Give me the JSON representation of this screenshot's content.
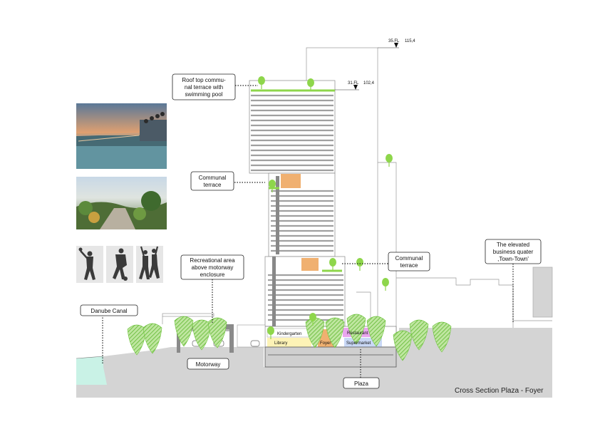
{
  "callouts": {
    "roof_line1": "Roof top commu-",
    "roof_line2": "nal terrace with",
    "roof_line3": "swimming pool",
    "communal_mid_line1": "Communal",
    "communal_mid_line2": "terrace",
    "recreational_line1": "Recreational area",
    "recreational_line2": "above motorway",
    "recreational_line3": "enclosure",
    "communal_right_line1": "Communal",
    "communal_right_line2": "terrace",
    "business_line1": "The elevated",
    "business_line2": "business quater",
    "business_line3": ",Town-Town'",
    "danube": "Danube Canal",
    "motorway": "Motorway",
    "plaza": "Plaza"
  },
  "levels": {
    "top_floor": "35.FL",
    "top_height": "115,4",
    "roof_floor": "31.FL",
    "roof_height": "102,4"
  },
  "program": {
    "kindergarten": "Kindergarten",
    "library": "Library",
    "foyer": "Foyer",
    "restaurant": "Restaurant",
    "supermarket": "Supermarket"
  },
  "caption": "Cross Section Plaza - Foyer",
  "colors": {
    "terrain": "#d4d4d4",
    "water": "#c9f2e6",
    "greenery": "#8ed64b",
    "foyer": "#f0b070",
    "library": "#fdf3b6",
    "restaurant": "#e9a6ee",
    "supermarket": "#c9d8f6"
  },
  "icons": [
    "rooftop-pool-photo-icon",
    "garden-photo-icon",
    "sports-figures-icon"
  ]
}
